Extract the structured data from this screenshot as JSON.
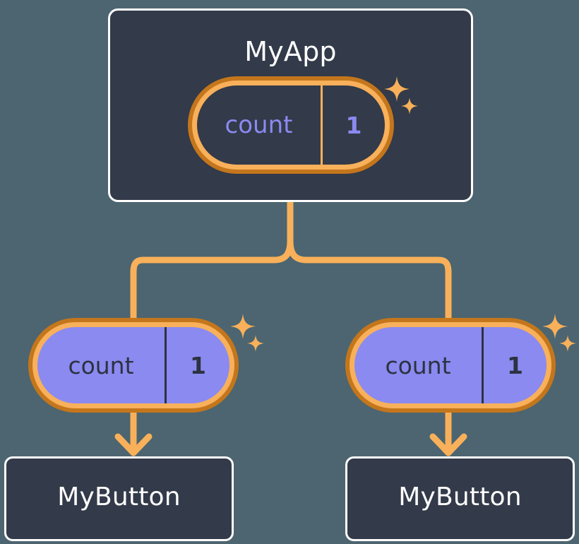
{
  "diagram": {
    "title_text": "MyApp",
    "background_color": "#4c6570",
    "card_fill": "#333a49",
    "card_border": "#ffffff",
    "accent_orange_dark": "#c4761c",
    "accent_orange_light": "#f8b05a",
    "accent_purple": "#8a8af0"
  },
  "root": {
    "label": "MyApp",
    "state": {
      "key": "count",
      "value": "1"
    }
  },
  "branches": [
    {
      "state": {
        "key": "count",
        "value": "1"
      },
      "component": {
        "label": "MyButton"
      }
    },
    {
      "state": {
        "key": "count",
        "value": "1"
      },
      "component": {
        "label": "MyButton"
      }
    }
  ],
  "icons": {
    "sparkle_large": "sparkle-icon",
    "sparkle_small": "sparkle-icon",
    "arrow_down": "arrow-down-icon",
    "branch_connector": "branch-connector-icon"
  }
}
